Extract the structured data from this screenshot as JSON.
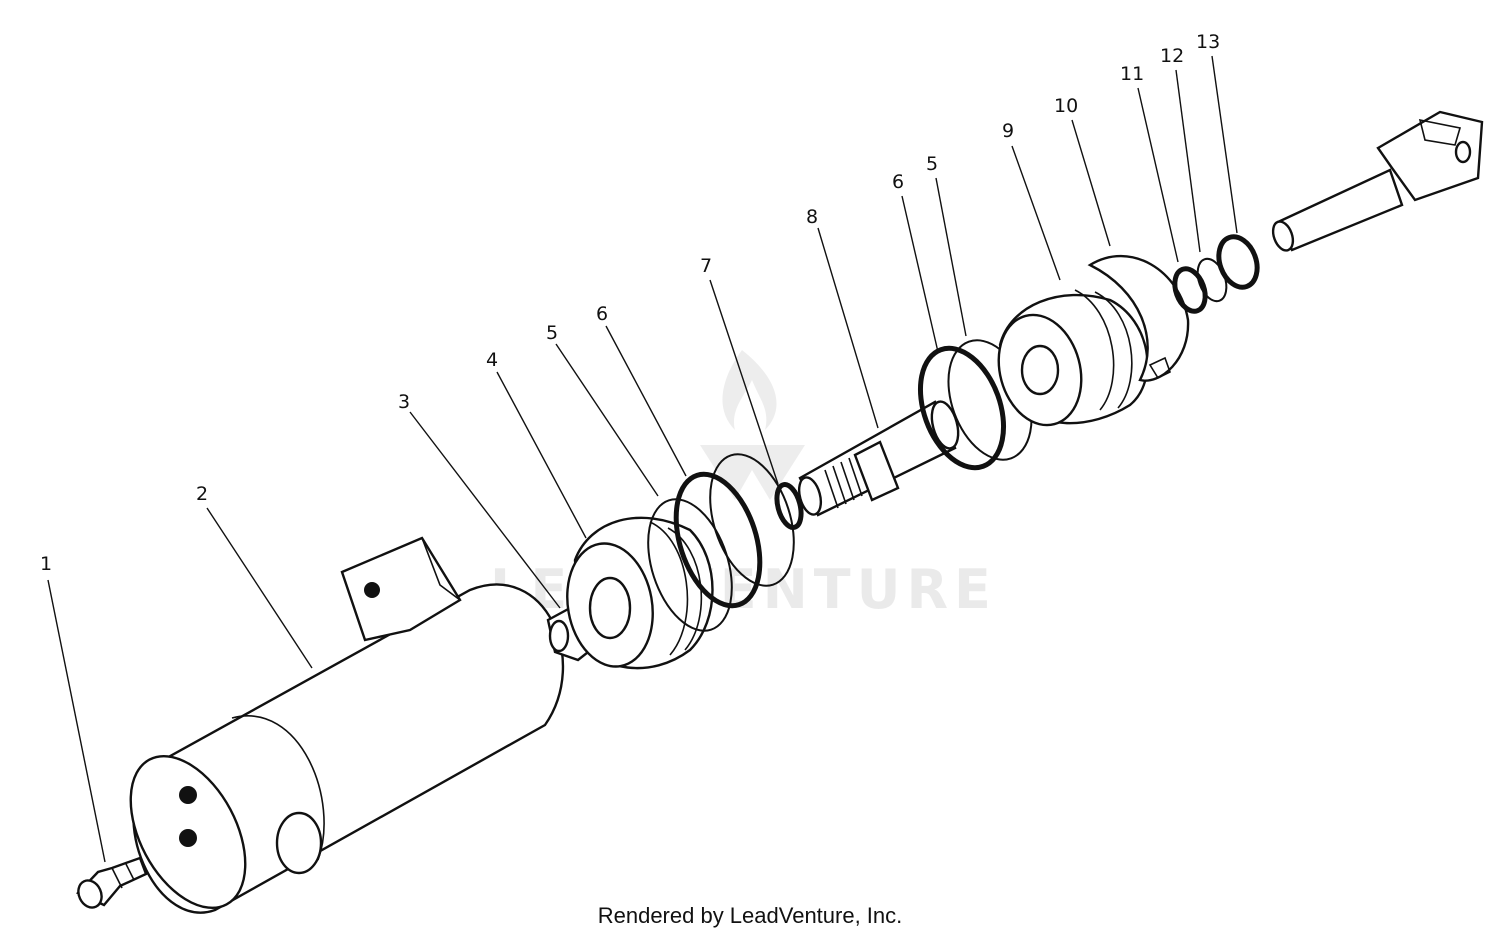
{
  "callouts": [
    {
      "id": "1",
      "label": "1"
    },
    {
      "id": "2",
      "label": "2"
    },
    {
      "id": "3",
      "label": "3"
    },
    {
      "id": "4",
      "label": "4"
    },
    {
      "id": "5a",
      "label": "5"
    },
    {
      "id": "6a",
      "label": "6"
    },
    {
      "id": "7",
      "label": "7"
    },
    {
      "id": "8",
      "label": "8"
    },
    {
      "id": "6b",
      "label": "6"
    },
    {
      "id": "5b",
      "label": "5"
    },
    {
      "id": "9",
      "label": "9"
    },
    {
      "id": "10",
      "label": "10"
    },
    {
      "id": "11",
      "label": "11"
    },
    {
      "id": "12",
      "label": "12"
    },
    {
      "id": "13",
      "label": "13"
    }
  ],
  "watermark": "LEADVENTURE",
  "credit": "Rendered by LeadVenture, Inc."
}
